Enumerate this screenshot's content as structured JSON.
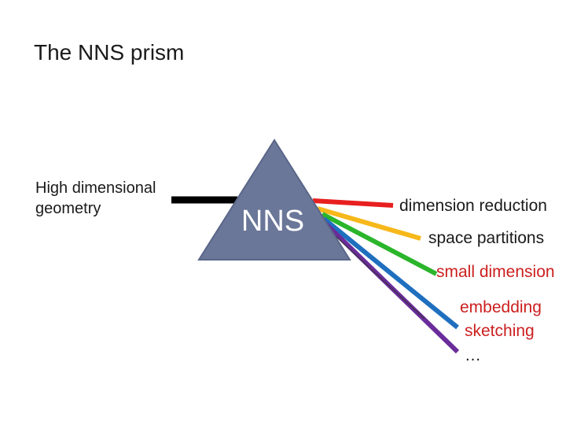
{
  "slide": {
    "title": "The NNS prism",
    "input_label_line1": "High dimensional",
    "input_label_line2": "geometry",
    "prism_label": "NNS"
  },
  "colors": {
    "prism_fill": "#6b7799",
    "prism_stroke": "#5a6688",
    "prism_text": "#ffffff",
    "input_beam": "#000000",
    "red": "#e81f1f",
    "yellow": "#f5c400",
    "orange_yellow": "#f6b81a",
    "green": "#2bb52b",
    "blue": "#1f6fbf",
    "purple": "#6a2c9a"
  },
  "outputs": [
    {
      "text": "dimension reduction",
      "color": "#1a1a1a"
    },
    {
      "text": "space partitions",
      "color": "#1a1a1a"
    },
    {
      "text": "small dimension",
      "color": "#cc1f1f"
    },
    {
      "text": "embedding",
      "color": "#cc1f1f"
    },
    {
      "text": "sketching",
      "color": "#cc1f1f"
    },
    {
      "text": "…",
      "color": "#1a1a1a"
    }
  ]
}
